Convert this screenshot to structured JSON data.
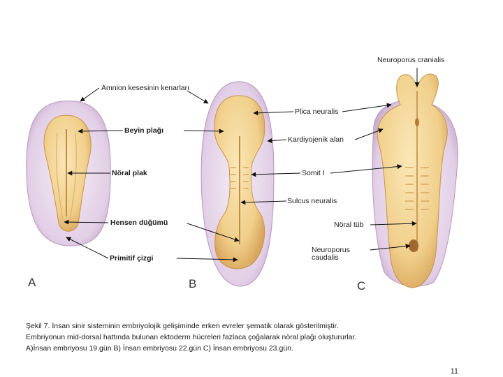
{
  "labels": {
    "amnion": "Amnion kesesinin kenarları",
    "beyin": "Beyin plağı",
    "noral_plak": "Nöral plak",
    "hensen": "Hensen düğümü",
    "primitif": "Primitif çizgi",
    "plica": "Plica neuralis",
    "kardiyojenik": "Kardiyojenik alan",
    "somit": "Somit I",
    "sulcus": "Sulcus neuralis",
    "cranialis": "Neuroporus cranialis",
    "noral_tub": "Nöral tüb",
    "caudalis_1": "Neuroporus",
    "caudalis_2": "caudalis"
  },
  "panels": {
    "a": "A",
    "b": "B",
    "c": "C"
  },
  "caption": {
    "line1": "Şekil 7. İnsan sinir sisteminin embriyolojik gelişiminde erken evreler şematik olarak gösterilmiştir.",
    "line2": "Embriyonun mid-dorsal hattında bulunan ektoderm hücreleri fazlaca çoğalarak nöral plağı oluştururlar.",
    "line3": "A)İnsan embriyosu 19.gün B) İnsan embriyosu 22.gün C) İnsan embriyosu 23.gün."
  },
  "page_number": "11",
  "colors": {
    "amnion": "#e6d6ea",
    "embryo": "#f3d79a",
    "embryo_dark": "#d9a860"
  }
}
